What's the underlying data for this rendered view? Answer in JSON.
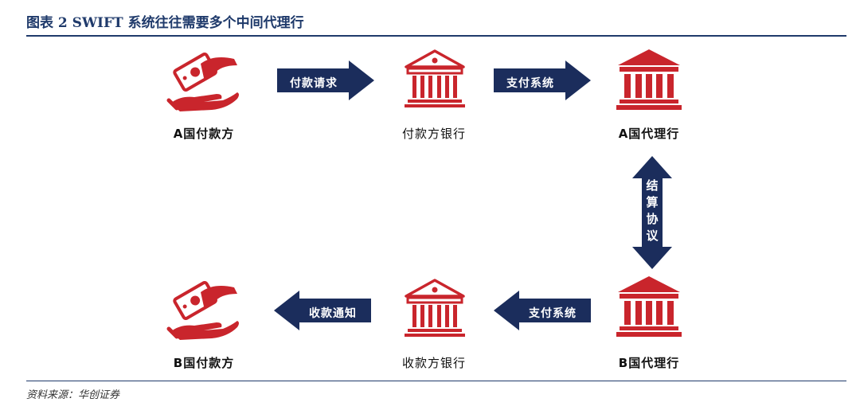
{
  "figure": {
    "title": "图表 2 SWIFT 系统往往需要多个中间代理行",
    "source": "资料来源：华创证券"
  },
  "nodes": {
    "payer_a": "A国付款方",
    "payer_bank": "付款方银行",
    "agent_a": "A国代理行",
    "agent_b": "B国代理行",
    "payee_bank": "收款方银行",
    "payee_b": "B国付款方"
  },
  "arrows": {
    "request": "付款请求",
    "pay_system_top": "支付系统",
    "settlement": "结算协议",
    "pay_system_bottom": "支付系统",
    "notice": "收款通知"
  },
  "colors": {
    "navy": "#1b2d5c",
    "red": "#c9252c"
  },
  "icons": {
    "payer": "hand-money-icon",
    "bank_outline": "bank-outline-icon",
    "bank_solid": "bank-solid-icon"
  }
}
